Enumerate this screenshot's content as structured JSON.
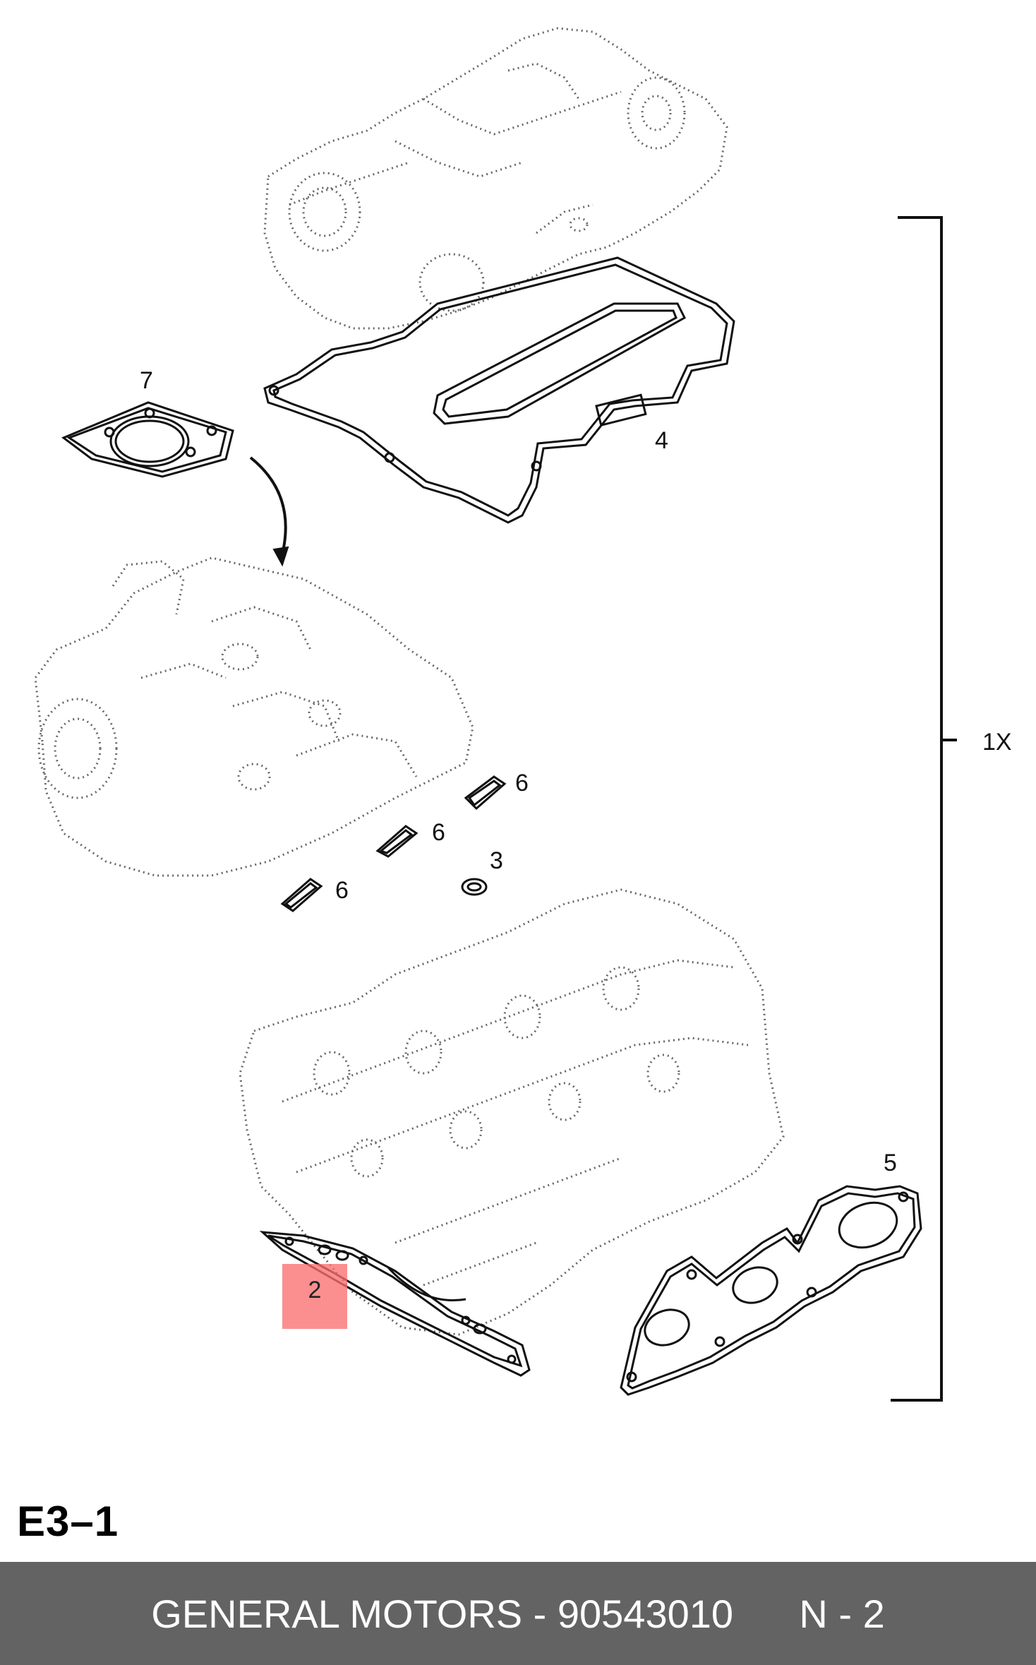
{
  "callouts": {
    "c7": "7",
    "c4": "4",
    "c6a": "6",
    "c6b": "6",
    "c6c": "6",
    "c3": "3",
    "c5": "5",
    "c2": "2",
    "qty": "1X"
  },
  "section_code": "E3–1",
  "footer": {
    "brand_part": "GENERAL MOTORS - 90543010",
    "code": "N - 2"
  },
  "colors": {
    "footer_bg": "#636363",
    "highlight": "#fa7070"
  }
}
